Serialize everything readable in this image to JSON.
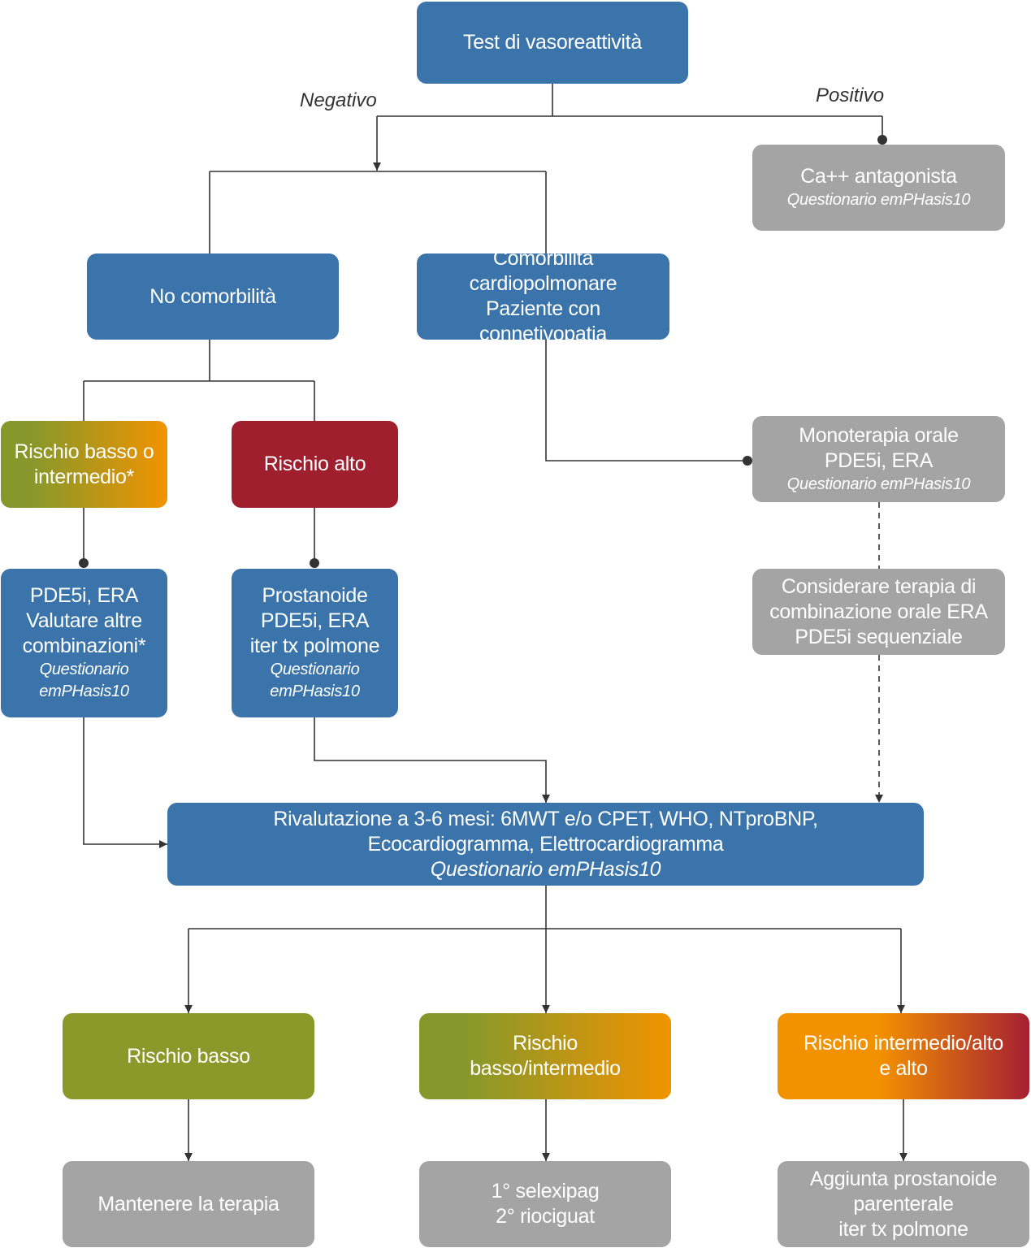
{
  "nodes": {
    "test": {
      "lines": [
        "Test di vasoreattività"
      ],
      "italic": []
    },
    "ca": {
      "lines": [
        "Ca++ antagonista"
      ],
      "italic": [
        "Questionario emPHasis10"
      ]
    },
    "nocomorb": {
      "lines": [
        "No comorbilità"
      ],
      "italic": []
    },
    "comorb": {
      "lines": [
        "Comorbilità cardiopolmonare",
        "Paziente con connetivopatia"
      ],
      "italic": []
    },
    "rischio_bi": {
      "lines": [
        "Rischio basso o",
        "intermedio*"
      ],
      "italic": []
    },
    "rischio_alto": {
      "lines": [
        "Rischio alto"
      ],
      "italic": []
    },
    "mono": {
      "lines": [
        "Monoterapia orale",
        "PDE5i, ERA"
      ],
      "italic": [
        "Questionario emPHasis10"
      ]
    },
    "pde_era": {
      "lines": [
        "PDE5i, ERA",
        "Valutare altre",
        "combinazioni*"
      ],
      "italic": [
        "Questionario",
        "emPHasis10"
      ]
    },
    "prostanoide": {
      "lines": [
        "Prostanoide",
        "PDE5i, ERA",
        "iter tx polmone"
      ],
      "italic": [
        "Questionario",
        "emPHasis10"
      ]
    },
    "combinazione": {
      "lines": [
        "Considerare terapia di",
        "combinazione orale ERA",
        "PDE5i sequenziale"
      ],
      "italic": []
    },
    "rivalutazione": {
      "lines": [
        "Rivalutazione a 3-6 mesi: 6MWT e/o CPET, WHO, NTproBNP,",
        "Ecocardiogramma, Elettrocardiogramma"
      ],
      "italic": [
        "Questionario emPHasis10"
      ]
    },
    "basso": {
      "lines": [
        "Rischio basso"
      ],
      "italic": []
    },
    "basso_int": {
      "lines": [
        "Rischio",
        "basso/intermedio"
      ],
      "italic": []
    },
    "int_alto": {
      "lines": [
        "Rischio intermedio/alto",
        "e alto"
      ],
      "italic": []
    },
    "mantenere": {
      "lines": [
        "Mantenere la terapia"
      ],
      "italic": []
    },
    "selexipag": {
      "lines": [
        "1° selexipag",
        "2° riociguat"
      ],
      "italic": []
    },
    "aggiunta": {
      "lines": [
        "Aggiunta prostanoide",
        "parenterale",
        "iter tx polmone"
      ],
      "italic": []
    }
  },
  "edge_labels": {
    "negativo": "Negativo",
    "positivo": "Positivo"
  },
  "colors": {
    "blue": "#3a74aa",
    "grey": "#a4a4a4",
    "red": "#a01f2e",
    "green": "#8a9a2a",
    "orange": "#f39200",
    "line": "#333333"
  }
}
